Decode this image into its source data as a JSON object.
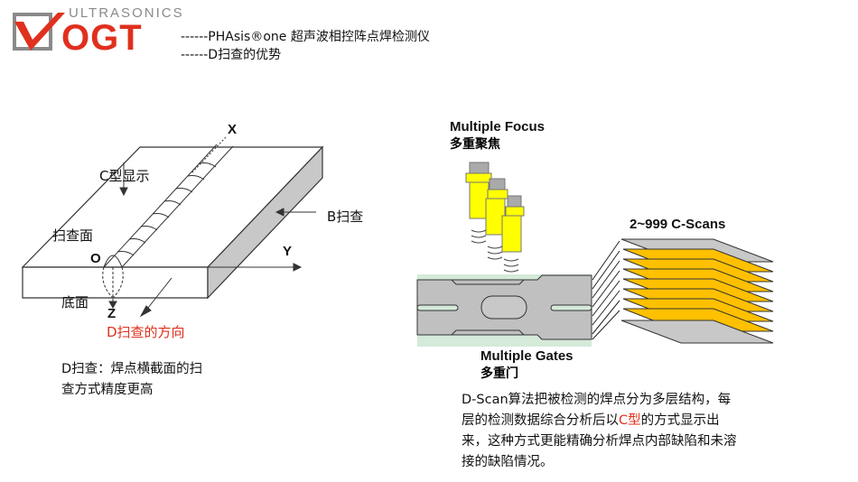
{
  "header": {
    "logo_sub": "ULTRASONICS",
    "logo_main": "VOGT",
    "title_line1": "------PHAsis®one 超声波相控阵点焊检测仪",
    "title_line2": "------D扫查的优势"
  },
  "left_diagram": {
    "x_axis": "X",
    "y_axis": "Y",
    "z_axis": "Z",
    "origin": "O",
    "c_display": "C型显示",
    "scan_face": "扫查面",
    "bottom_face": "底面",
    "b_scan": "B扫查",
    "d_scan_direction": "D扫查的方向"
  },
  "left_text": {
    "line1": "D扫查：焊点横截面的扫",
    "line2": "查方式精度更高"
  },
  "right_diagram": {
    "multiple_focus": "Multiple Focus",
    "multiple_focus_cn": "多重聚焦",
    "c_scans": "2~999 C-Scans",
    "multiple_gates": "Multiple Gates",
    "multiple_gates_cn": "多重门"
  },
  "right_text": {
    "part1": "D-Scan算法把被检测的焊点分为多层结构，每层的检测数据综合分析后以",
    "highlight": "C型",
    "part2": "的方式显示出来，这种方式更能精确分析焊点内部缺陷和未溶接的缺陷情况。"
  },
  "colors": {
    "accent_red": "#e0301e",
    "probe_yellow": "#ffff00",
    "scan_orange": "#ffc000"
  }
}
